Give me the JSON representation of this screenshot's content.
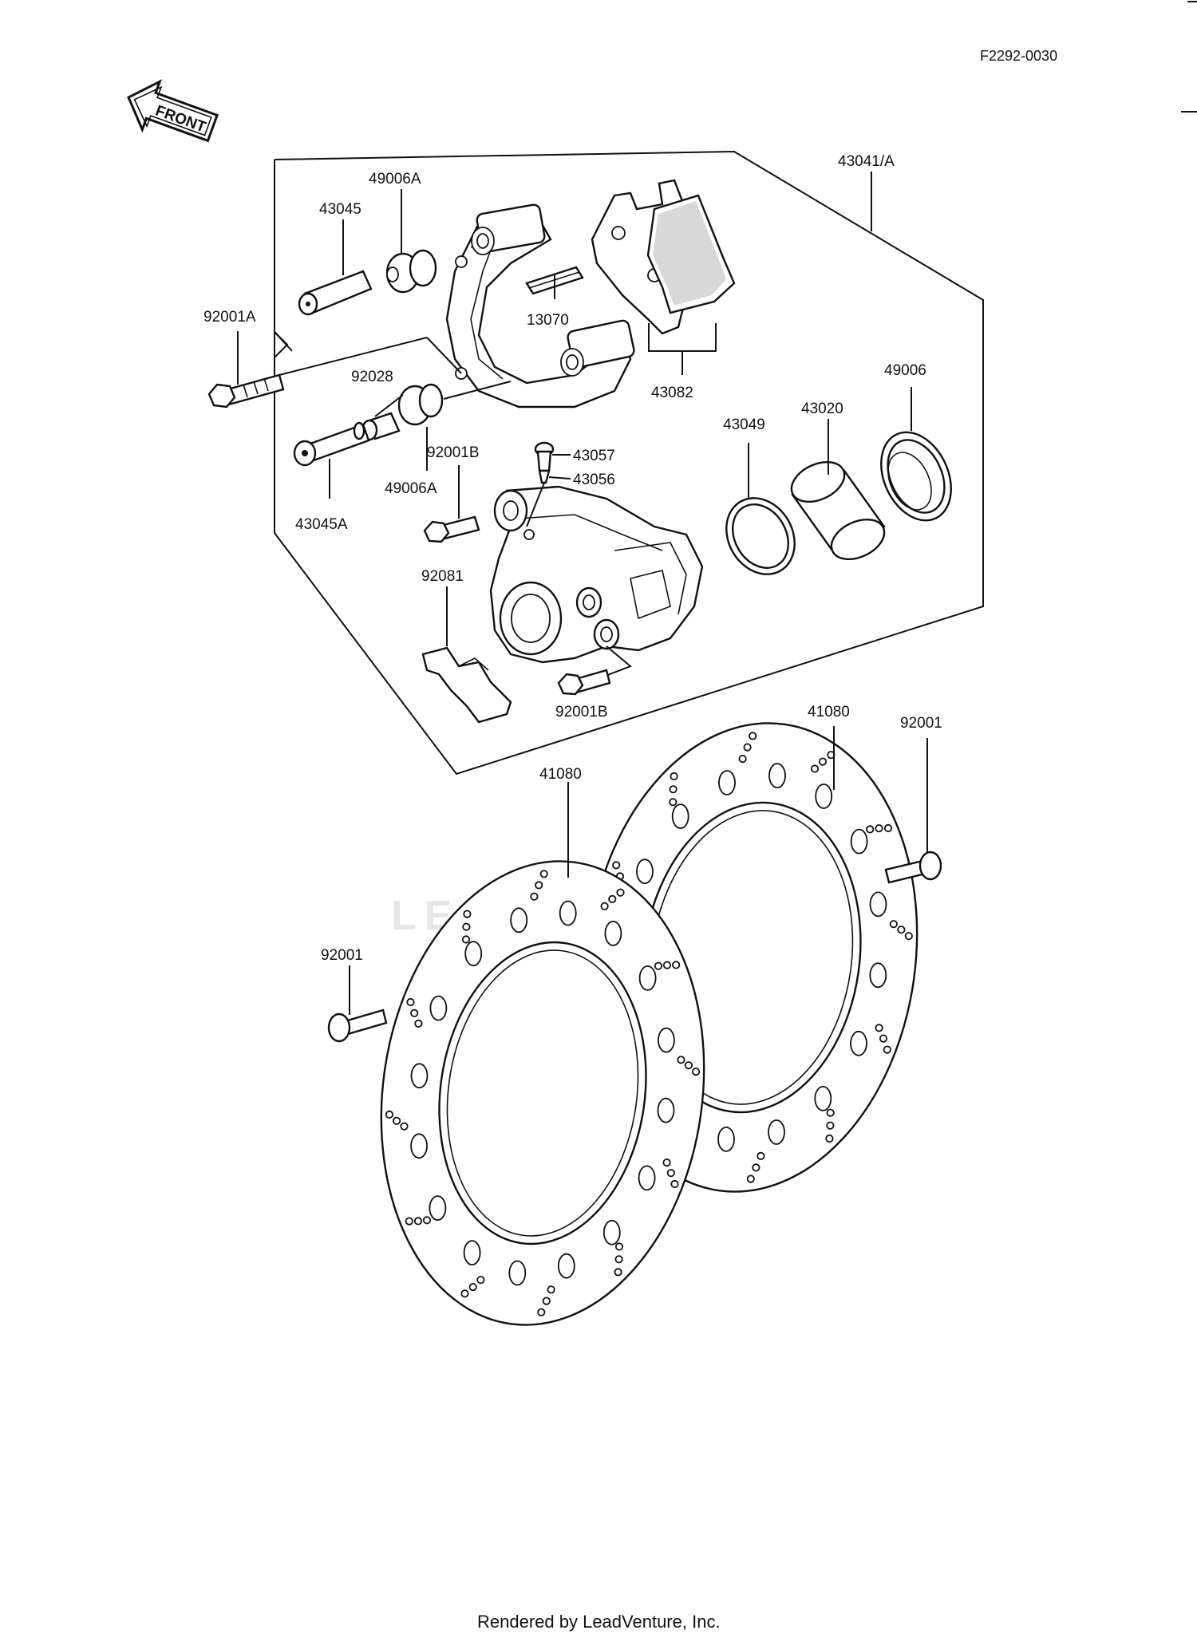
{
  "diagram_code": "F2292-0030",
  "front_arrow_label": "FRONT",
  "watermark": "LEADVENTURE",
  "footer": "Rendered by LeadVenture, Inc.",
  "callouts": {
    "c_43041A": "43041/A",
    "c_49006A_top": "49006A",
    "c_43045": "43045",
    "c_13070": "13070",
    "c_92001A": "92001A",
    "c_92028": "92028",
    "c_43082": "43082",
    "c_49006": "49006",
    "c_43020": "43020",
    "c_43049": "43049",
    "c_92001B_top": "92001B",
    "c_43057": "43057",
    "c_43056": "43056",
    "c_49006A_bottom": "49006A",
    "c_43045A": "43045A",
    "c_92081": "92081",
    "c_92001B_bottom": "92001B",
    "c_41080_right": "41080",
    "c_92001_right": "92001",
    "c_41080_left": "41080",
    "c_92001_left": "92001"
  }
}
